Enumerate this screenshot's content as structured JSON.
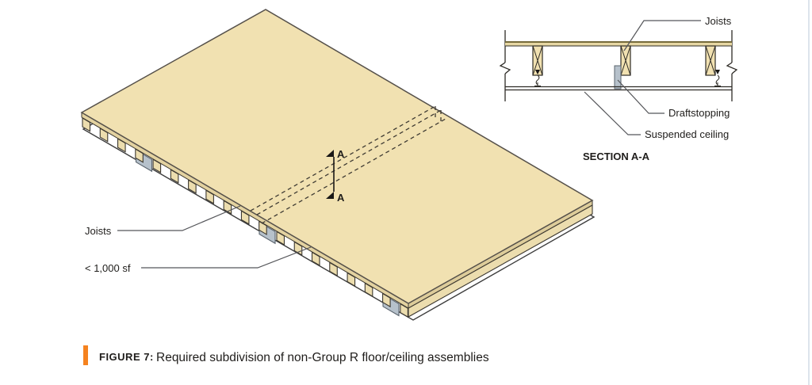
{
  "figure": {
    "isometric": {
      "labels": {
        "joists": "Joists",
        "area": "< 1,000 sf",
        "section_marker_top": "A",
        "section_marker_bottom": "A"
      }
    },
    "section_view": {
      "labels": {
        "joists": "Joists",
        "draftstopping": "Draftstopping",
        "suspended_ceiling": "Suspended ceiling",
        "title": "SECTION A-A"
      }
    },
    "caption": {
      "label": "FIGURE 7:",
      "text": "Required subdivision of non-Group R floor/ceiling assemblies"
    },
    "colors": {
      "deck_tan": "#f1e1b1",
      "deck_side_tan": "#e3d2a0",
      "joist_tan": "#ecddae",
      "draftstop_gray": "#b6c1cb",
      "outline": "#3b372f",
      "leader": "#55565a",
      "accent_orange": "#f5821f",
      "figure_blue": "#1b75bc",
      "caption_text": "#414042"
    }
  }
}
